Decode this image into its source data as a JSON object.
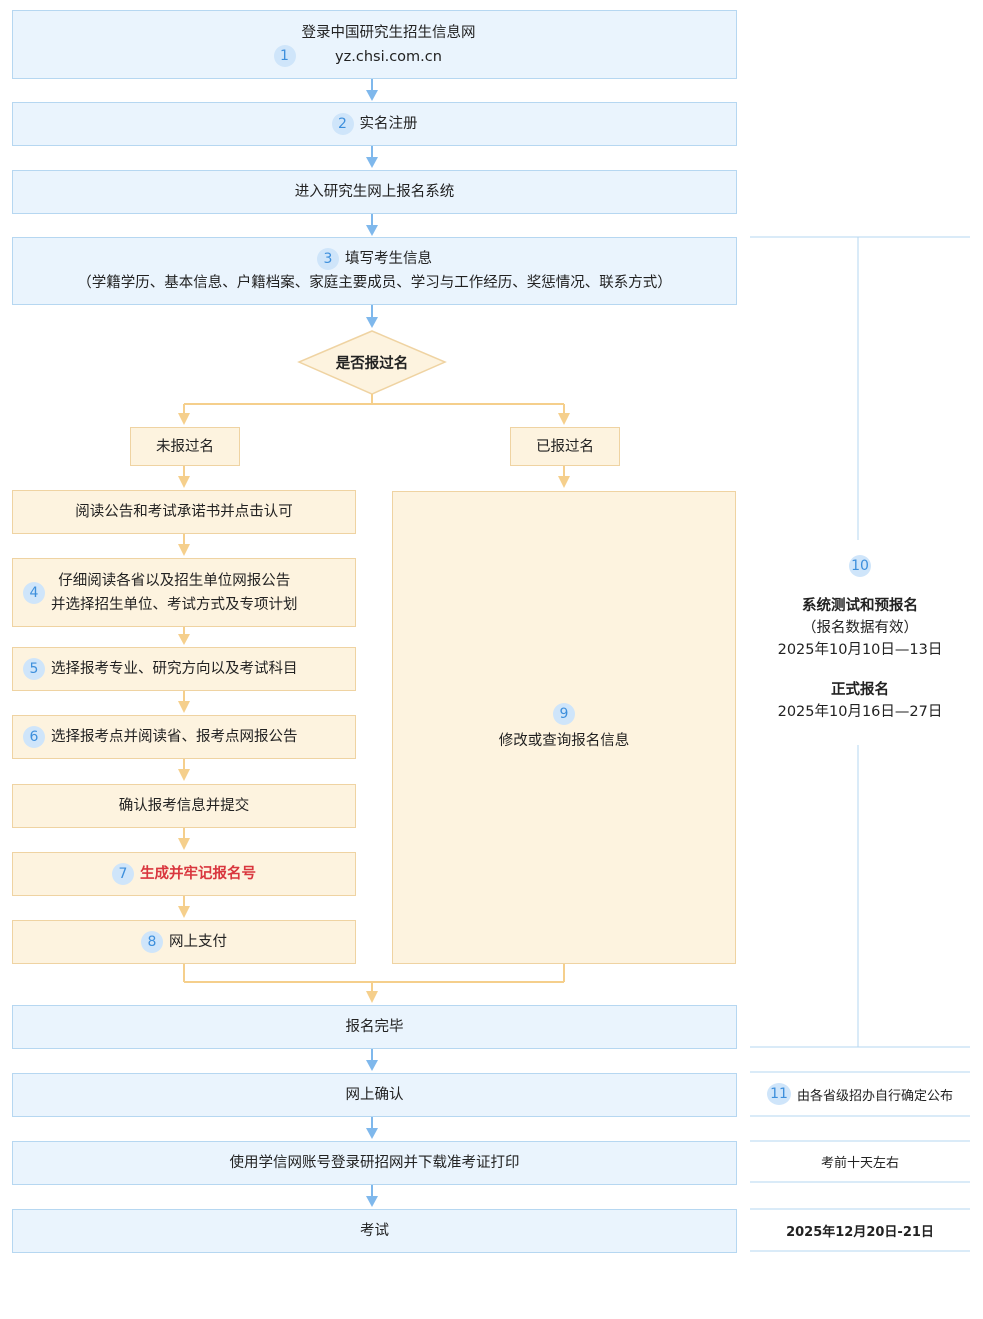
{
  "steps": {
    "s1_line1": "登录中国研究生招生信息网",
    "s1_line2": "yz.chsi.com.cn",
    "s2": "实名注册",
    "enter": "进入研究生网上报名系统",
    "s3_line1": "填写考生信息",
    "s3_line2": "（学籍学历、基本信息、户籍档案、家庭主要成员、学习与工作经历、奖惩情况、联系方式）",
    "decision": "是否报过名",
    "not_registered": "未报过名",
    "registered": "已报过名",
    "read_notice": "阅读公告和考试承诺书并点击认可",
    "s4_line1": "仔细阅读各省以及招生单位网报公告",
    "s4_line2": "并选择招生单位、考试方式及专项计划",
    "s5": "选择报考专业、研究方向以及考试科目",
    "s6": "选择报考点并阅读省、报考点网报公告",
    "confirm_submit": "确认报考信息并提交",
    "s7": "生成并牢记报名号",
    "s8": "网上支付",
    "s9": "修改或查询报名信息",
    "complete": "报名完毕",
    "online_confirm": "网上确认",
    "download": "使用学信网账号登录研招网并下载准考证打印",
    "exam": "考试"
  },
  "numbers": [
    "1",
    "2",
    "3",
    "4",
    "5",
    "6",
    "7",
    "8",
    "9",
    "10",
    "11"
  ],
  "side": {
    "pre_title": "系统测试和预报名",
    "pre_note": "（报名数据有效）",
    "pre_dates": "2025年10月10日—13日",
    "formal_title": "正式报名",
    "formal_dates": "2025年10月16日—27日",
    "confirm_note": "由各省级招办自行确定公布",
    "download_note": "考前十天左右",
    "exam_dates": "2025年12月20日-21日"
  },
  "colors": {
    "blue_fill": "#eaf4fd",
    "blue_border": "#b6d7f1",
    "blue_arrow": "#7fb8ec",
    "peach_fill": "#fdf3df",
    "peach_border": "#efd3a2",
    "peach_arrow": "#f5cf8c",
    "highlight": "#d9363e"
  }
}
